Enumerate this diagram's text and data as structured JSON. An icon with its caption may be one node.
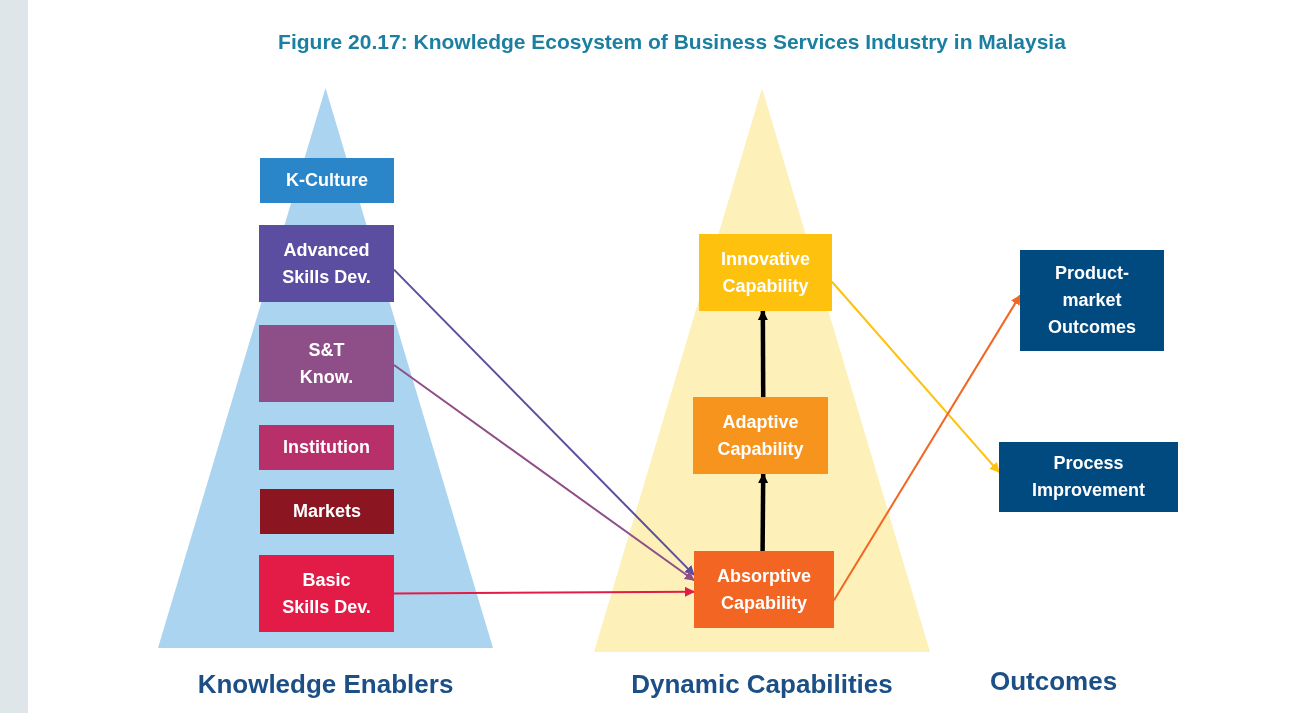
{
  "diagram": {
    "title": "Figure 20.17: Knowledge Ecosystem of Business Services Industry in Malaysia",
    "nodes": [
      {
        "text": [
          "Knowledge Enablers"
        ]
      },
      {
        "text": [
          "K-Culture"
        ],
        "in": 0
      },
      {
        "text": [
          "Advanced Skills Dev."
        ],
        "in": 0
      },
      {
        "text": [
          "S&T Know."
        ],
        "in": 0
      },
      {
        "text": [
          "Institution"
        ],
        "in": 0
      },
      {
        "text": [
          "Markets"
        ],
        "in": 0
      },
      {
        "text": [
          "Basic Skills Dev."
        ],
        "in": 0
      },
      {
        "text": [
          "Dynamic Capabilities"
        ]
      },
      {
        "text": [
          "Innovative Capability"
        ],
        "in": 7
      },
      {
        "text": [
          "Adaptive Capability"
        ],
        "in": 7
      },
      {
        "text": [
          "Absorptive Capability"
        ],
        "in": 7
      },
      {
        "text": [
          "Product-market Outcomes"
        ]
      },
      {
        "text": [
          "Process Improvement"
        ]
      }
    ],
    "edges": [
      {
        "from": 2,
        "to": 10,
        "arrow": "to",
        "color": "#5b4ea0"
      },
      {
        "from": 3,
        "to": 10,
        "arrow": "to",
        "color": "#8e4f88"
      },
      {
        "from": 6,
        "to": 10,
        "arrow": "to",
        "color": "#e31c47"
      },
      {
        "from": 10,
        "to": 9,
        "arrow": "to",
        "style": "thick",
        "color": "#000000"
      },
      {
        "from": 9,
        "to": 8,
        "arrow": "to",
        "style": "thick",
        "color": "#000000"
      },
      {
        "from": 8,
        "to": 12,
        "arrow": "to",
        "color": "#fdc10e"
      },
      {
        "from": 10,
        "to": 11,
        "arrow": "to",
        "color": "#f26522"
      }
    ],
    "labels": [
      "Outcomes"
    ]
  }
}
